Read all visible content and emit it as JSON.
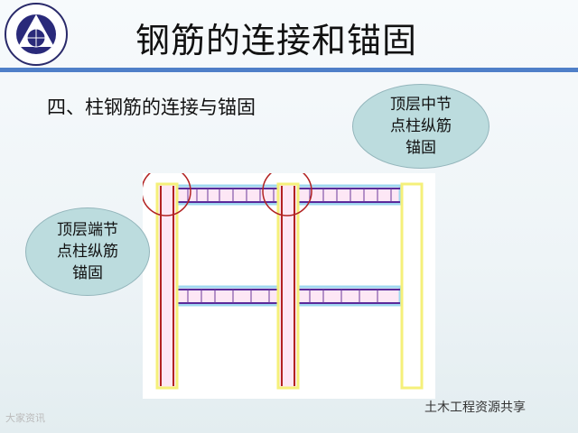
{
  "slide": {
    "title": "钢筋的连接和锚固",
    "subtitle": "四、柱钢筋的连接与锚固",
    "logo": {
      "name": "university-logo-icon"
    },
    "accent_color": "#4f7fc8"
  },
  "callouts": [
    {
      "text": "顶层中节\n点柱纵筋\n锚固"
    },
    {
      "text": "顶层端节\n点柱纵筋\n锚固"
    }
  ],
  "diagram": {
    "description": "frame rebar diagram with columns and beams",
    "colors": {
      "column": "#b22222",
      "beam": "#5a2a9a",
      "outline": "#f0f060",
      "beam_bg": "#a8d8f0"
    }
  },
  "footer": {
    "left_watermark": "大家资讯",
    "right_source": "土木工程资源共享"
  }
}
